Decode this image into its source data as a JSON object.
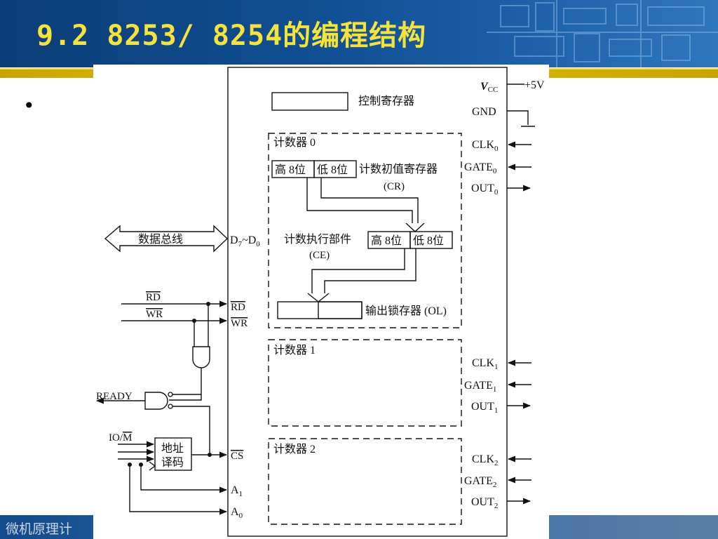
{
  "slide": {
    "title": "9.2 8253/ 8254的编程结构",
    "bullet": "•",
    "footer": "微机原理计"
  },
  "diagram": {
    "control_register": "控制寄存器",
    "counter0": {
      "title": "计数器 0",
      "cr_high": "高 8位",
      "cr_low": "低 8位",
      "cr_label": "计数初值寄存器",
      "cr_abbr": "(CR)",
      "ce_label": "计数执行部件",
      "ce_abbr": "(CE)",
      "ce_high": "高 8位",
      "ce_low": "低 8位",
      "ol_label": "输出锁存器 (OL)"
    },
    "counter1": {
      "title": "计数器 1"
    },
    "counter2": {
      "title": "计数器 2"
    },
    "data_bus": "数据总线",
    "address_decoder_line1": "地址",
    "address_decoder_line2": "译码",
    "pins": {
      "vcc_main": "V",
      "vcc_sub": "CC",
      "plus5v": "+5V",
      "gnd": "GND",
      "clk": "CLK",
      "gate": "GATE",
      "out": "OUT",
      "idx0": "0",
      "idx1": "1",
      "idx2": "2",
      "d_main": "D",
      "d_low": "7",
      "tilde": "~",
      "d_high": "0",
      "rd": "RD",
      "wr": "WR",
      "cs": "CS",
      "a": "A",
      "a1_sub": "1",
      "a0_sub": "0"
    },
    "ext": {
      "rd": "RD",
      "wr": "WR",
      "ready": "READY",
      "io": "IO/",
      "m": "M"
    }
  },
  "colors": {
    "title_yellow": "#f5e23a",
    "header_blue": "#114f93",
    "gold_rule": "#d4b000",
    "footer_blue": "#3a6fa8"
  }
}
